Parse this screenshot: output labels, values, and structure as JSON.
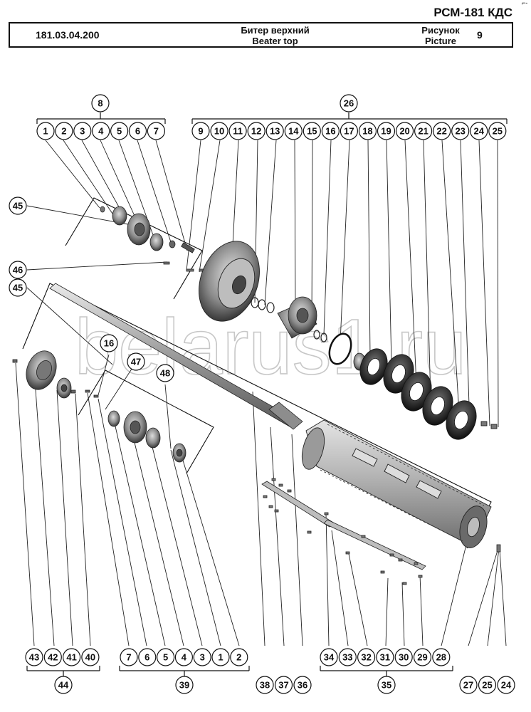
{
  "corner_mark": "⌐-",
  "header": {
    "model": "РСМ-181 КДС",
    "code": "181.03.04.200",
    "name_ru": "Битер верхний",
    "name_en": "Beater top",
    "picture_ru": "Рисунок",
    "picture_en": "Picture",
    "picture_number": "9"
  },
  "watermark": "belarus1.ru",
  "callouts": {
    "group_8": "8",
    "group_26": "26",
    "top_left_row": [
      "1",
      "2",
      "3",
      "4",
      "5",
      "6",
      "7"
    ],
    "top_right_row": [
      "9",
      "10",
      "11",
      "12",
      "13",
      "14",
      "15",
      "16",
      "17",
      "18",
      "19",
      "20",
      "21",
      "22",
      "23",
      "24",
      "25"
    ],
    "left_markers": [
      "45",
      "46",
      "45"
    ],
    "mid_markers": [
      "16",
      "47",
      "48"
    ],
    "bottom_row_1": [
      "43",
      "42",
      "41",
      "40"
    ],
    "bottom_row_2": [
      "7",
      "6",
      "5",
      "4",
      "3",
      "1",
      "2"
    ],
    "bottom_row_3": [
      "38",
      "37",
      "36"
    ],
    "bottom_row_4": [
      "34",
      "33",
      "32",
      "31",
      "30",
      "29",
      "28"
    ],
    "bottom_row_5": [
      "27",
      "25",
      "24"
    ],
    "group_44": "44",
    "group_39": "39",
    "group_35": "35"
  }
}
